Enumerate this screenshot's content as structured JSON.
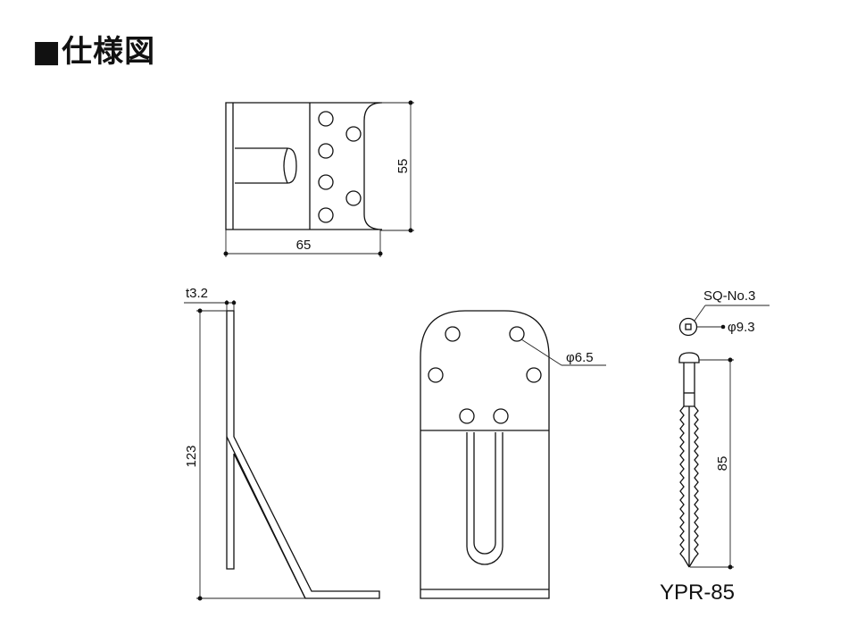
{
  "title": "■仕様図",
  "top_view": {
    "width_label": "65",
    "height_label": "55"
  },
  "side_view": {
    "thickness_label": "t3.2",
    "height_label": "123"
  },
  "front_view": {
    "hole_label": "φ6.5"
  },
  "screw": {
    "drive_label": "SQ-No.3",
    "head_diameter_label": "φ9.3",
    "length_label": "85",
    "model_label": "YPR-85"
  }
}
